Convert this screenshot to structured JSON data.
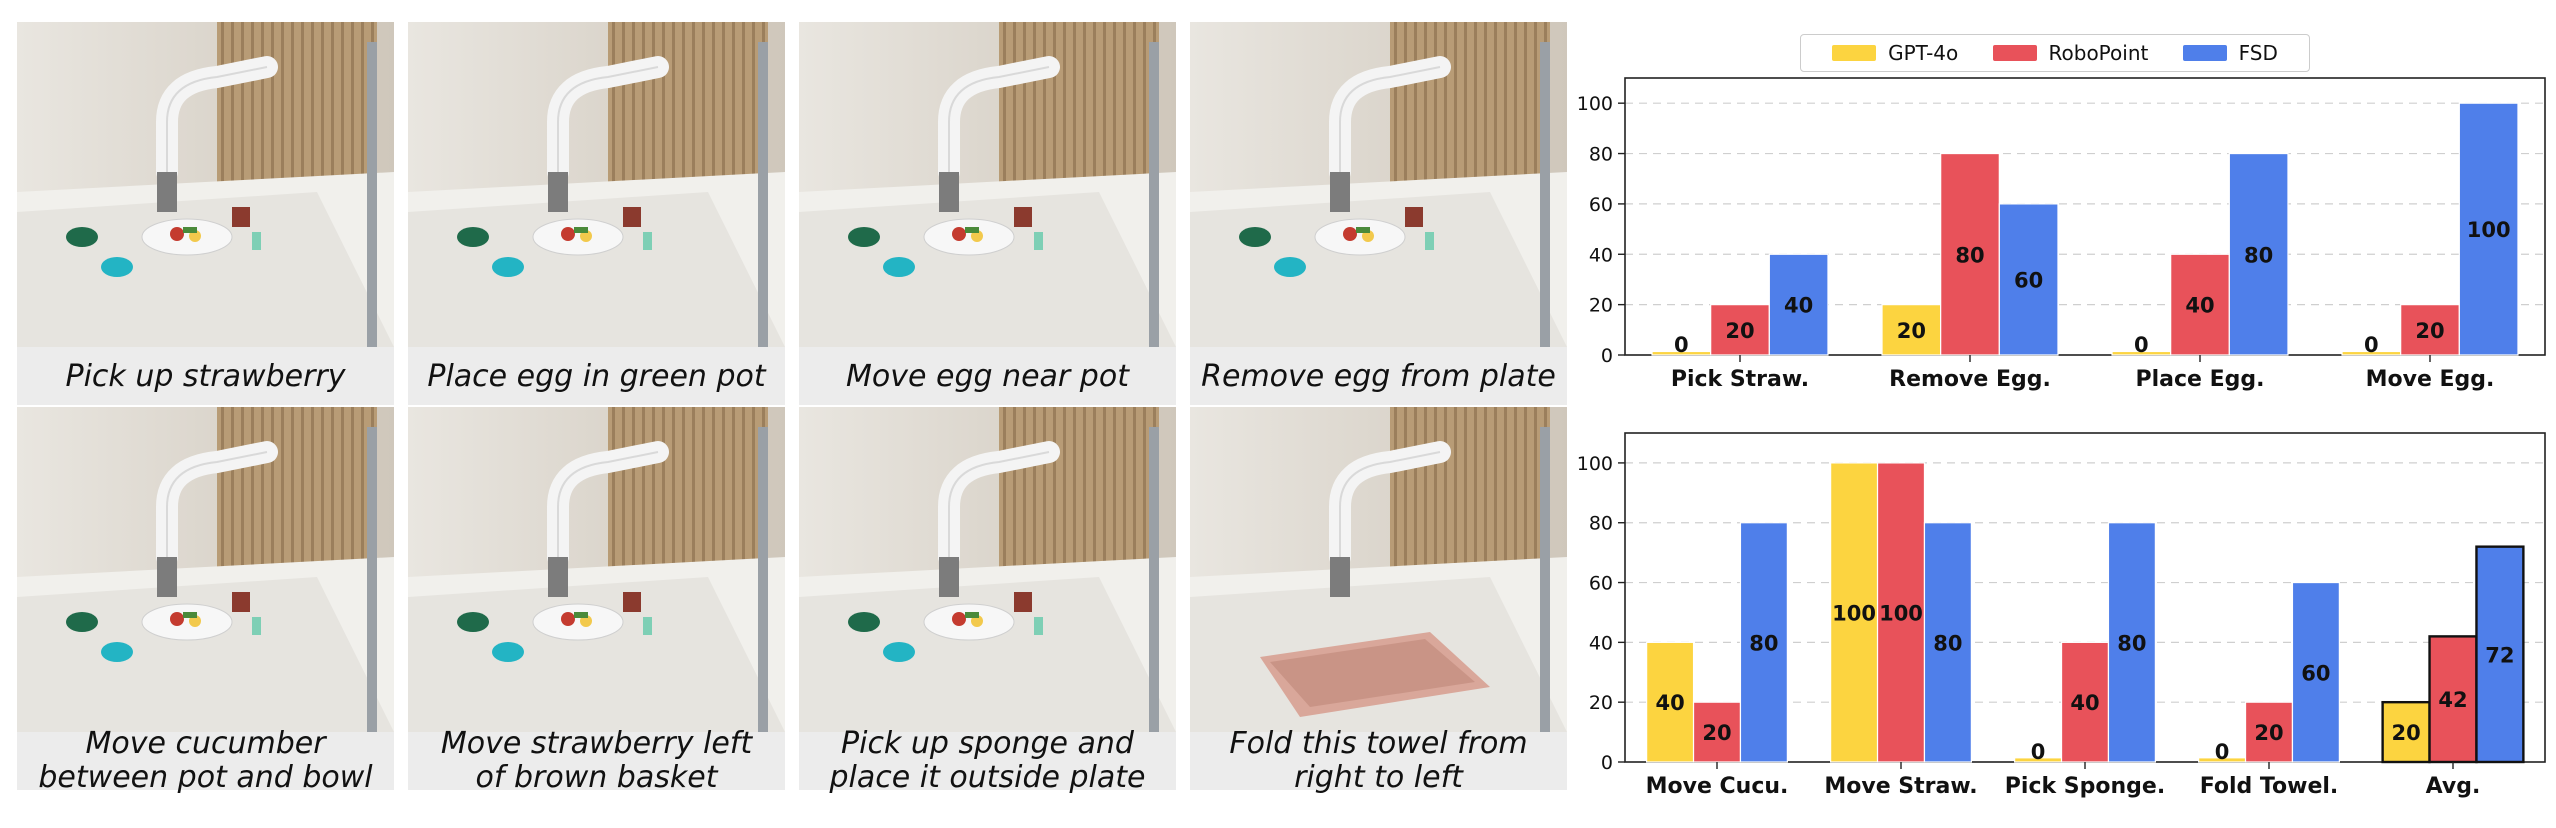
{
  "tiles": [
    {
      "caption": "Pick up strawberry",
      "scene": "plate"
    },
    {
      "caption": "Place egg in green pot",
      "scene": "plate"
    },
    {
      "caption": "Move egg near pot",
      "scene": "plate"
    },
    {
      "caption": "Remove egg from plate",
      "scene": "plate"
    },
    {
      "caption": "Move cucumber between pot and bowl",
      "lines": [
        "Move cucumber",
        "between pot and bowl"
      ],
      "scene": "plate"
    },
    {
      "caption": "Move strawberry left of brown basket",
      "lines": [
        "Move strawberry left",
        "of brown basket"
      ],
      "scene": "plate"
    },
    {
      "caption": "Pick up sponge and place it outside plate",
      "lines": [
        "Pick up sponge and",
        "place it outside plate"
      ],
      "scene": "plate"
    },
    {
      "caption": "Fold this towel from right to left",
      "lines": [
        "Fold this towel from",
        "right to left"
      ],
      "scene": "towel"
    }
  ],
  "legend": [
    {
      "name": "GPT-4o",
      "color": "#fcd440"
    },
    {
      "name": "RoboPoint",
      "color": "#e8525a"
    },
    {
      "name": "FSD",
      "color": "#4f7fea"
    }
  ],
  "chart_data": [
    {
      "type": "bar",
      "categories": [
        "Pick Straw.",
        "Remove Egg.",
        "Place Egg.",
        "Move Egg."
      ],
      "series": [
        {
          "name": "GPT-4o",
          "values": [
            0,
            20,
            0,
            0
          ],
          "color": "#fcd440"
        },
        {
          "name": "RoboPoint",
          "values": [
            20,
            80,
            40,
            20
          ],
          "color": "#e8525a"
        },
        {
          "name": "FSD",
          "values": [
            40,
            60,
            80,
            100
          ],
          "color": "#4f7fea"
        }
      ],
      "ylim": [
        0,
        110
      ],
      "yticks": [
        0,
        20,
        40,
        60,
        80,
        100
      ],
      "grid": true,
      "legend": "top-center"
    },
    {
      "type": "bar",
      "categories": [
        "Move Cucu.",
        "Move Straw.",
        "Pick Sponge.",
        "Fold Towel.",
        "Avg."
      ],
      "series": [
        {
          "name": "GPT-4o",
          "values": [
            40,
            100,
            0,
            0,
            20
          ],
          "color": "#fcd440"
        },
        {
          "name": "RoboPoint",
          "values": [
            20,
            100,
            40,
            20,
            42
          ],
          "color": "#e8525a"
        },
        {
          "name": "FSD",
          "values": [
            80,
            80,
            80,
            60,
            72
          ],
          "color": "#4f7fea"
        }
      ],
      "ylim": [
        0,
        110
      ],
      "yticks": [
        0,
        20,
        40,
        60,
        80,
        100
      ],
      "grid": true,
      "highlight_category": "Avg."
    }
  ]
}
